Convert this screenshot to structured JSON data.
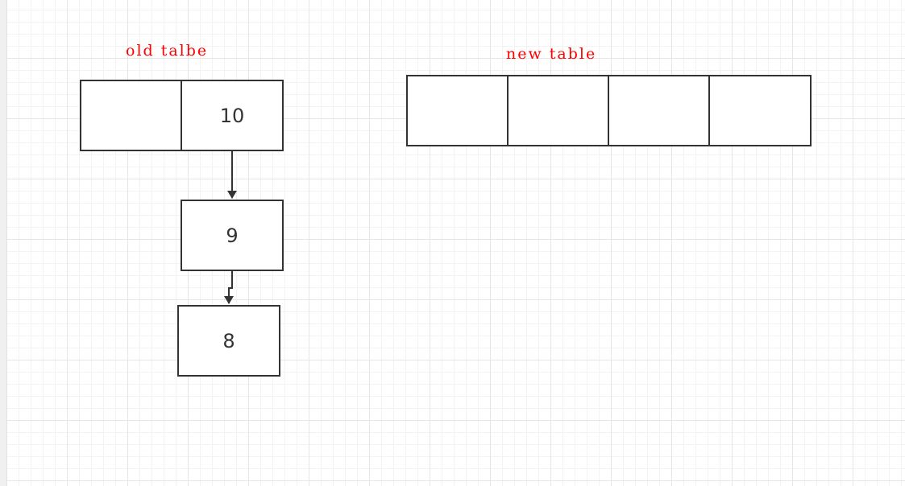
{
  "labels": {
    "old_table": "old talbe",
    "new_table": "new table"
  },
  "colors": {
    "label": "#ff0000",
    "stroke": "#333333",
    "text": "#333333"
  },
  "old_table": {
    "cells": [
      "",
      "10"
    ]
  },
  "chain": {
    "nodes": [
      "9",
      "8"
    ]
  },
  "new_table": {
    "cells": [
      "",
      "",
      "",
      ""
    ]
  }
}
